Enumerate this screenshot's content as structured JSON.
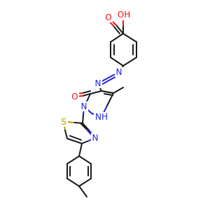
{
  "atoms": {
    "carboxyl_o_top": {
      "symbol": "O",
      "color": "#ee1111"
    },
    "carboxyl_oh": {
      "symbol": "OH",
      "color": "#ee1111"
    },
    "azo_n1": {
      "symbol": "N",
      "color": "#2222dd"
    },
    "azo_n2": {
      "symbol": "N",
      "color": "#2222dd"
    },
    "carbonyl_o": {
      "symbol": "O",
      "color": "#ee1111"
    },
    "ring_n": {
      "symbol": "N",
      "color": "#2222dd"
    },
    "ring_nh": {
      "symbol": "NH",
      "color": "#2222dd"
    },
    "thiazole_s": {
      "symbol": "S",
      "color": "#b59a00"
    },
    "thiazole_n": {
      "symbol": "N",
      "color": "#2222dd"
    }
  },
  "colors": {
    "carbon_bond": "#1a1a1a",
    "nitrogen": "#2222dd",
    "oxygen": "#ee1111",
    "sulfur": "#b59a00",
    "background": "#ffffff"
  }
}
